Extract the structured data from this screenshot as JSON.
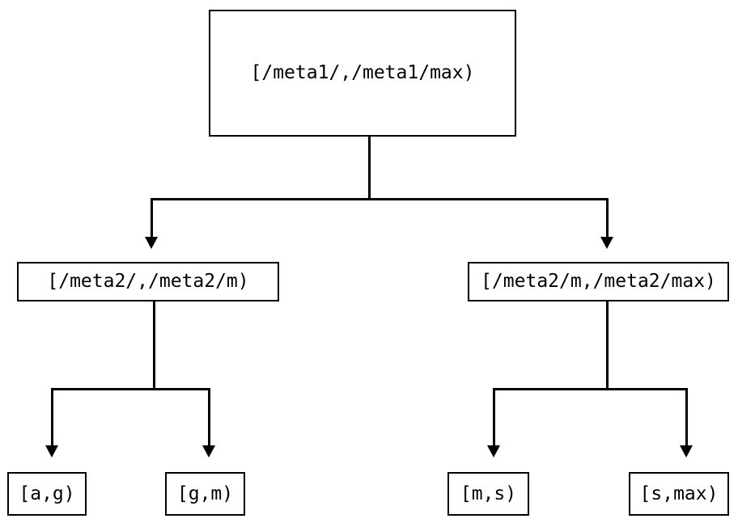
{
  "diagram": {
    "type": "tree",
    "title": "",
    "background_color": "#ffffff",
    "line_color": "#000000",
    "text_color": "#000000",
    "nodes": {
      "root": {
        "label": "[/meta1/,/meta1/max)",
        "level": 0
      },
      "left_branch": {
        "label": "[/meta2/,/meta2/m)",
        "level": 1
      },
      "right_branch": {
        "label": "[/meta2/m,/meta2/max)",
        "level": 1
      },
      "leaf_1": {
        "label": "[a,g)",
        "level": 2
      },
      "leaf_2": {
        "label": "[g,m)",
        "level": 2
      },
      "leaf_3": {
        "label": "[m,s)",
        "level": 2
      },
      "leaf_4": {
        "label": "[s,max)",
        "level": 2
      }
    },
    "edges": [
      {
        "from": "root",
        "to": "left_branch"
      },
      {
        "from": "root",
        "to": "right_branch"
      },
      {
        "from": "left_branch",
        "to": "leaf_1"
      },
      {
        "from": "left_branch",
        "to": "leaf_2"
      },
      {
        "from": "right_branch",
        "to": "leaf_3"
      },
      {
        "from": "right_branch",
        "to": "leaf_4"
      }
    ]
  }
}
